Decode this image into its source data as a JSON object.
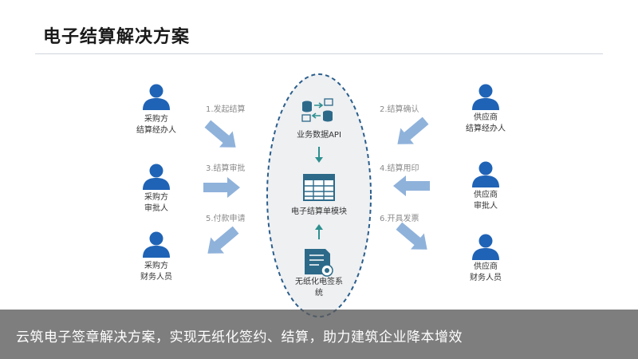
{
  "page": {
    "title": "电子结算解决方案",
    "caption": "云筑电子签章解决方案，实现无纸化签约、结算，助力建筑企业降本增效"
  },
  "colors": {
    "person_icon": "#1f63b6",
    "arrow": "#8fb2db",
    "ellipse_fill": "#eef0f2",
    "ellipse_border": "#2b5e8c",
    "module_icon": "#2d6a8a",
    "module_arrow": "#2f8f8f",
    "caption_bg": "#5a5a5a"
  },
  "left_roles": [
    {
      "line1": "采购方",
      "line2": "结算经办人",
      "icon": "person-icon"
    },
    {
      "line1": "采购方",
      "line2": "审批人",
      "icon": "person-icon"
    },
    {
      "line1": "采购方",
      "line2": "财务人员",
      "icon": "person-icon"
    }
  ],
  "right_roles": [
    {
      "line1": "供应商",
      "line2": "结算经办人",
      "icon": "person-icon"
    },
    {
      "line1": "供应商",
      "line2": "审批人",
      "icon": "person-icon"
    },
    {
      "line1": "供应商",
      "line2": "财务人员",
      "icon": "person-icon"
    }
  ],
  "steps_left": [
    "1.发起结算",
    "3.结算审批",
    "5.付款申请"
  ],
  "steps_right": [
    "2.结算确认",
    "4.结算用印",
    "6.开具发票"
  ],
  "center_modules": [
    {
      "label_line1": "业务数据API",
      "label_line2": "",
      "icon": "database-sync-icon"
    },
    {
      "label_line1": "电子结算单模块",
      "label_line2": "",
      "icon": "spreadsheet-icon"
    },
    {
      "label_line1": "无纸化电签系",
      "label_line2": "统",
      "icon": "e-signature-document-icon"
    }
  ]
}
